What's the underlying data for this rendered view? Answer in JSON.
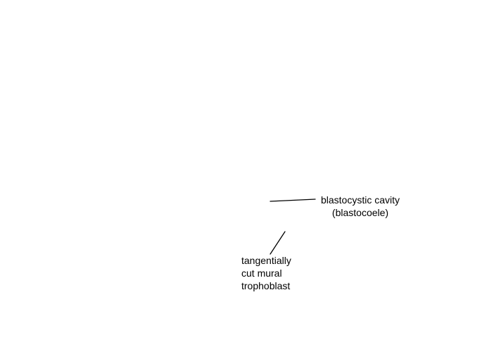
{
  "labels": {
    "cavity": {
      "line1": "blastocystic cavity",
      "line2": "(blastocoele)"
    },
    "trophoblast": {
      "line1": "tangentially",
      "line2": "cut mural",
      "line3": "trophoblast"
    }
  },
  "colors": {
    "text": "#000000",
    "leader": "#000000",
    "background": "#ffffff"
  }
}
